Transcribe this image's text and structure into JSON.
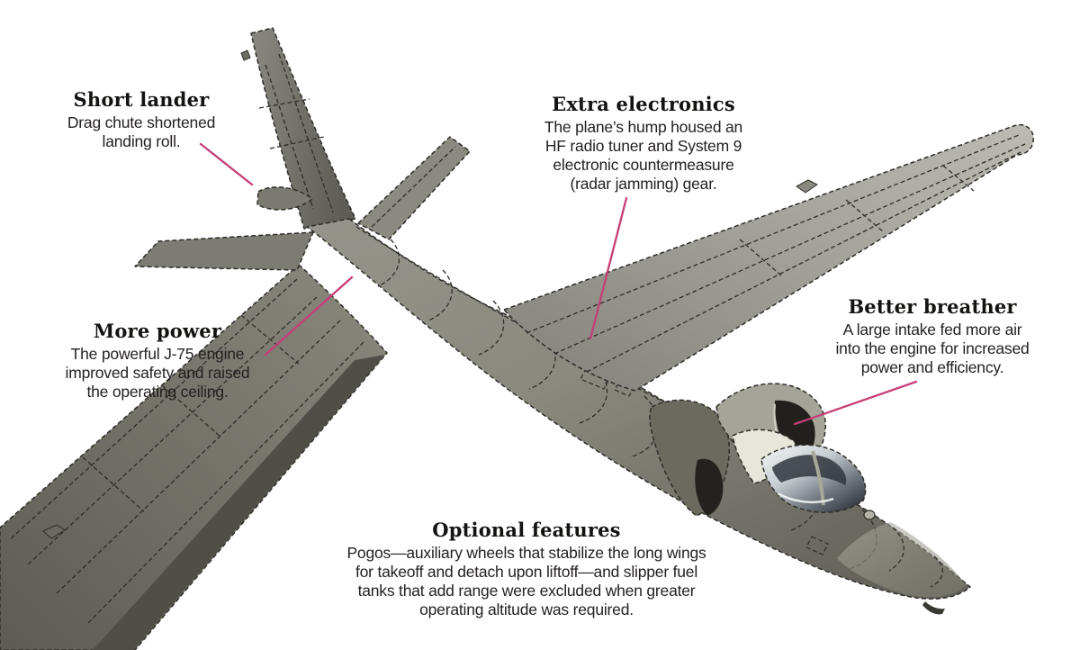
{
  "figure": {
    "subject": "Annotated 3D wireframe illustration of a U-2 high-altitude aircraft",
    "colors": {
      "accent_leader_line": "#c63e78",
      "airframe_gray": "#8f8e82",
      "background": "#ffffff"
    }
  },
  "callouts": {
    "short_lander": {
      "title": "Short lander",
      "lines": [
        "Drag chute shortened",
        "landing roll."
      ]
    },
    "extra_electronics": {
      "title": "Extra electronics",
      "lines": [
        "The plane’s hump housed an",
        "HF radio tuner and System 9",
        "electronic countermeasure",
        "(radar jamming) gear."
      ]
    },
    "more_power": {
      "title": "More power",
      "lines": [
        "The powerful J-75 engine",
        "improved safety and raised",
        "the operating ceiling."
      ]
    },
    "better_breather": {
      "title": "Better breather",
      "lines": [
        "A large intake fed more air",
        "into the engine for increased",
        "power and efficiency."
      ]
    },
    "optional_features": {
      "title": "Optional features",
      "lines": [
        "Pogos—auxiliary wheels that stabilize the long wings",
        "for takeoff and detach upon liftoff—and slipper fuel",
        "tanks that add range were excluded when greater",
        "operating altitude was required."
      ]
    }
  }
}
